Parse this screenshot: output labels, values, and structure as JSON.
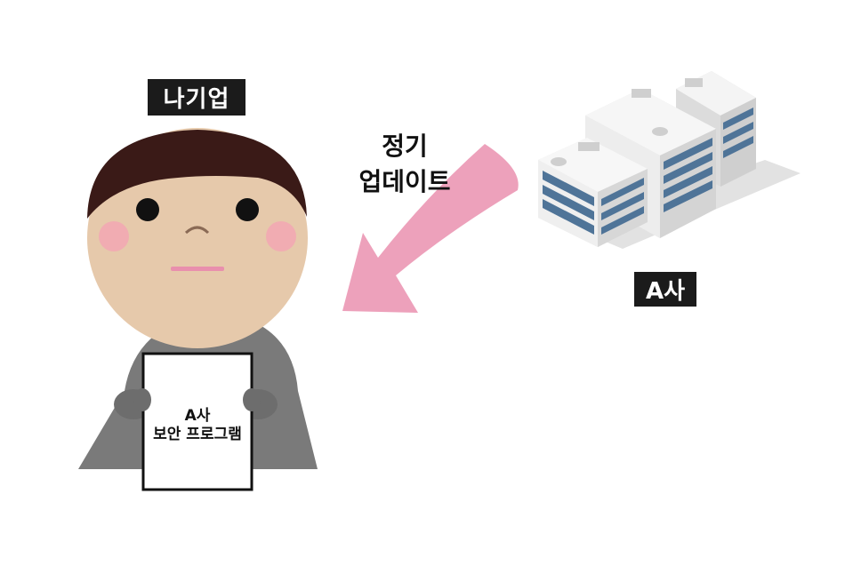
{
  "person": {
    "label": "나기업"
  },
  "company": {
    "label": "A사"
  },
  "arrow": {
    "label_line1": "정기",
    "label_line2": "업데이트",
    "color": "#eda1bb"
  },
  "document": {
    "line1": "A사",
    "line2": "보안 프로그램"
  },
  "colors": {
    "skin": "#e6c9ab",
    "hair": "#3a1a17",
    "suit": "#7a7a7a",
    "cheek": "#f2a8b3",
    "building_wall": "#ececec",
    "window": "#4f7498"
  }
}
